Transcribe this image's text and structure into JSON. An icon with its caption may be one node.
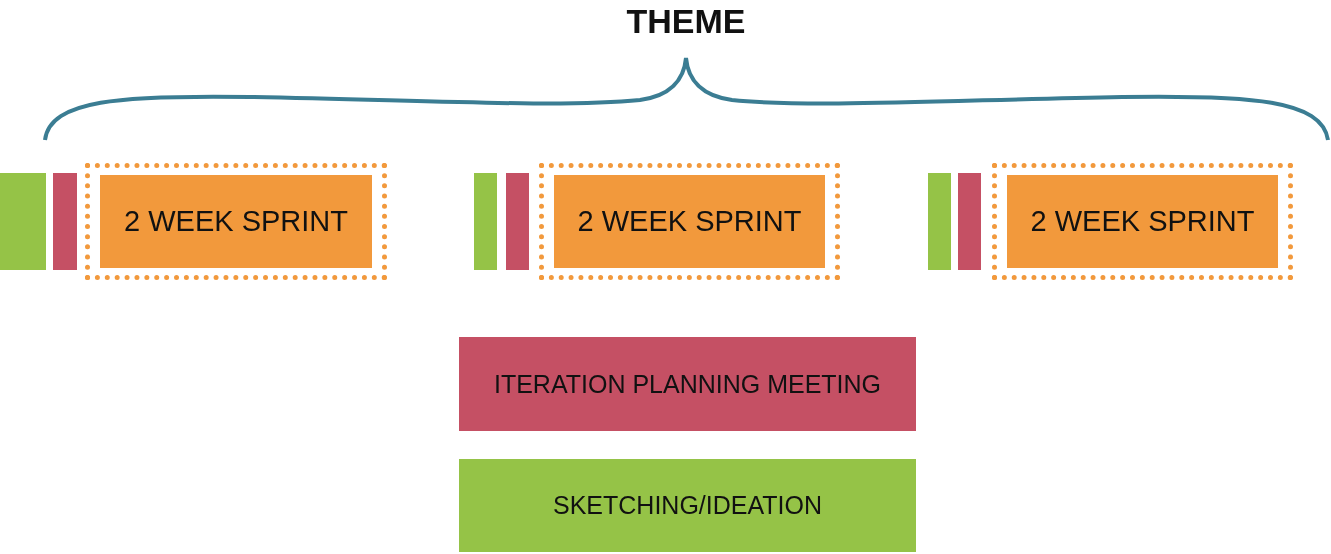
{
  "diagram": {
    "title": "THEME",
    "nodes": [
      {
        "text": [],
        "shape": "bar"
      },
      {
        "text": [],
        "shape": "bar"
      },
      {
        "text": [
          "2 WEEK SPRINT"
        ]
      },
      {
        "text": [],
        "shape": "bar"
      },
      {
        "text": [],
        "shape": "bar"
      },
      {
        "text": [
          "2 WEEK SPRINT"
        ]
      },
      {
        "text": [],
        "shape": "bar"
      },
      {
        "text": [],
        "shape": "bar"
      },
      {
        "text": [
          "2 WEEK SPRINT"
        ]
      },
      {
        "text": [
          "ITERATION PLANNING MEETING"
        ]
      },
      {
        "text": [
          "SKETCHING/IDEATION"
        ]
      }
    ]
  }
}
